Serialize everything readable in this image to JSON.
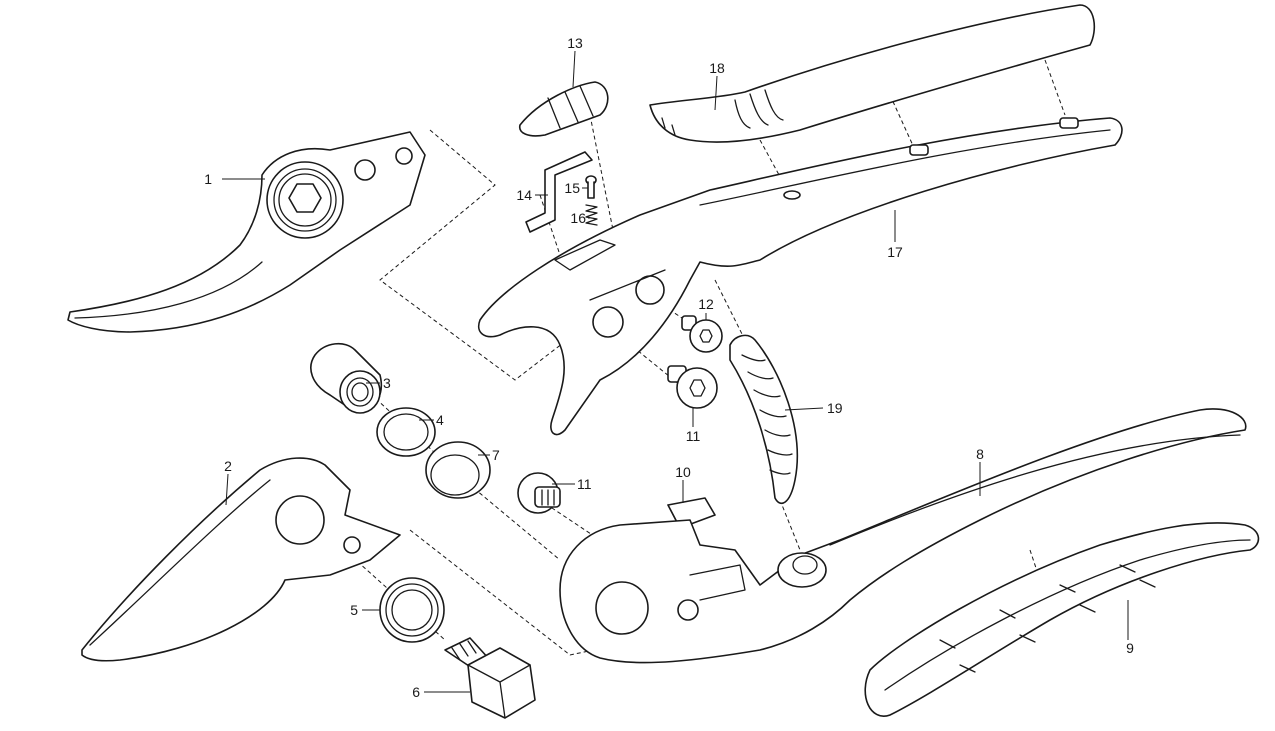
{
  "callouts": {
    "p1": "1",
    "p2": "2",
    "p3": "3",
    "p4": "4",
    "p5": "5",
    "p6": "6",
    "p7": "7",
    "p8": "8",
    "p9": "9",
    "p10": "10",
    "p11a": "11",
    "p11b": "11",
    "p12": "12",
    "p13": "13",
    "p14": "14",
    "p15": "15",
    "p16": "16",
    "p17": "17",
    "p18": "18",
    "p19": "19"
  }
}
